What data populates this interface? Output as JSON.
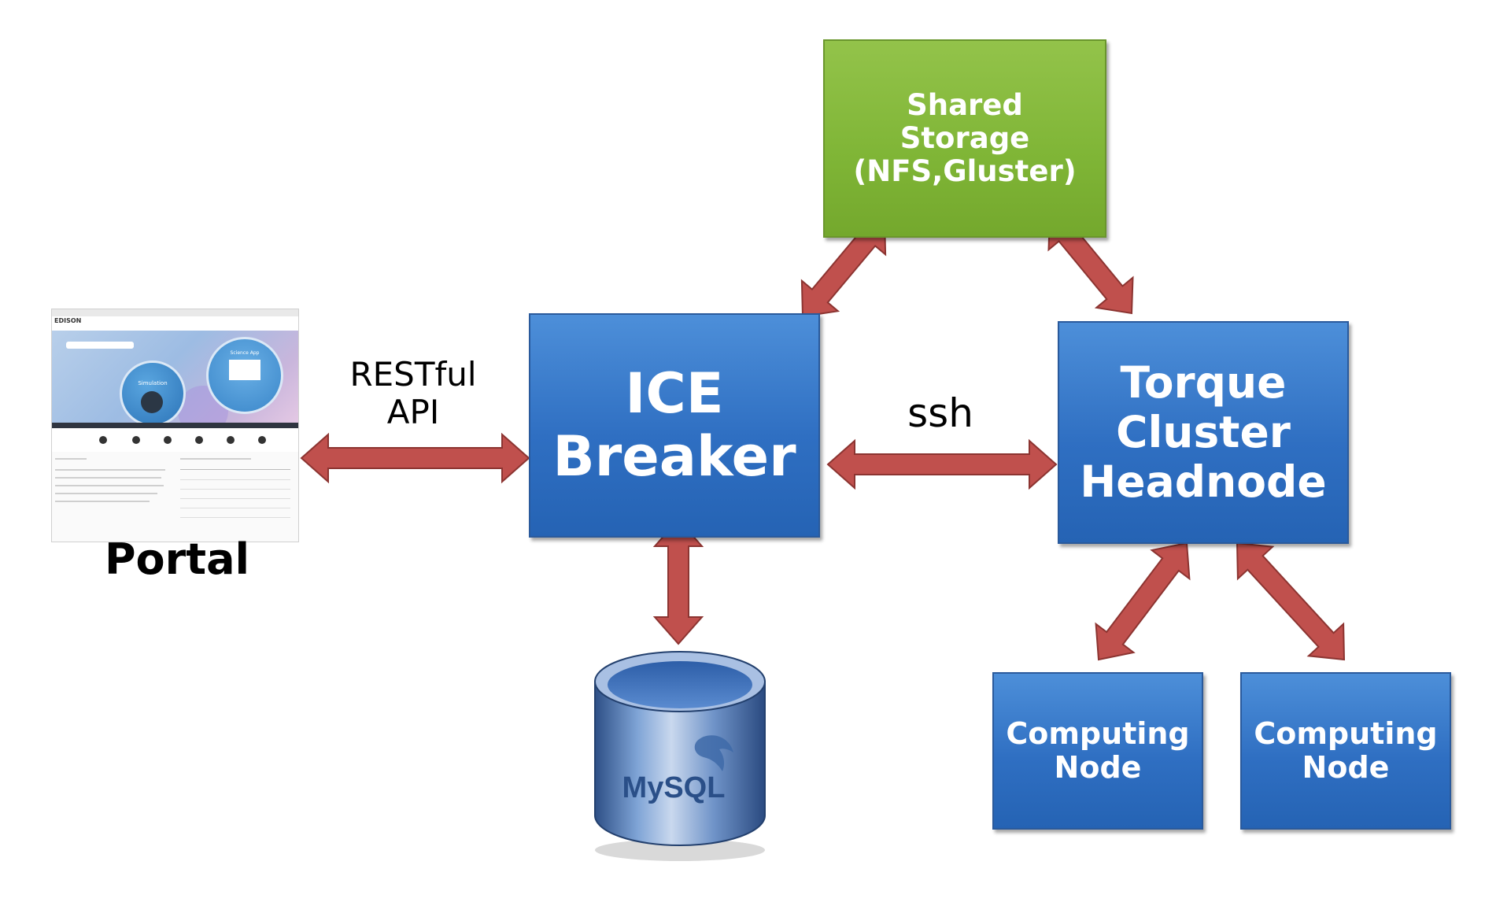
{
  "nodes": {
    "shared_storage": {
      "lines": [
        "Shared",
        "Storage",
        "(NFS,Gluster)"
      ],
      "color": "#7fb536"
    },
    "ice_breaker": {
      "lines": [
        "ICE",
        "Breaker"
      ],
      "color": "#2f6fc2"
    },
    "torque": {
      "lines": [
        "Torque",
        "Cluster",
        "Headnode"
      ],
      "color": "#2f6fc2"
    },
    "computing_node_1": {
      "lines": [
        "Computing",
        "Node"
      ],
      "color": "#2f6fc2"
    },
    "computing_node_2": {
      "lines": [
        "Computing",
        "Node"
      ],
      "color": "#2f6fc2"
    }
  },
  "labels": {
    "restful": [
      "RESTful",
      "API"
    ],
    "ssh": "ssh",
    "portal": "Portal",
    "mysql": "MySQL"
  },
  "portal_screenshot": {
    "logo": "EDISON",
    "hero_left": "Simulation",
    "hero_right": "Science App"
  },
  "edges": [
    {
      "from": "portal",
      "to": "ice_breaker",
      "label": "RESTful API"
    },
    {
      "from": "ice_breaker",
      "to": "torque",
      "label": "ssh"
    },
    {
      "from": "ice_breaker",
      "to": "shared_storage"
    },
    {
      "from": "shared_storage",
      "to": "torque"
    },
    {
      "from": "ice_breaker",
      "to": "mysql"
    },
    {
      "from": "torque",
      "to": "computing_node_1"
    },
    {
      "from": "torque",
      "to": "computing_node_2"
    }
  ],
  "arrow_color": "#c0504d"
}
